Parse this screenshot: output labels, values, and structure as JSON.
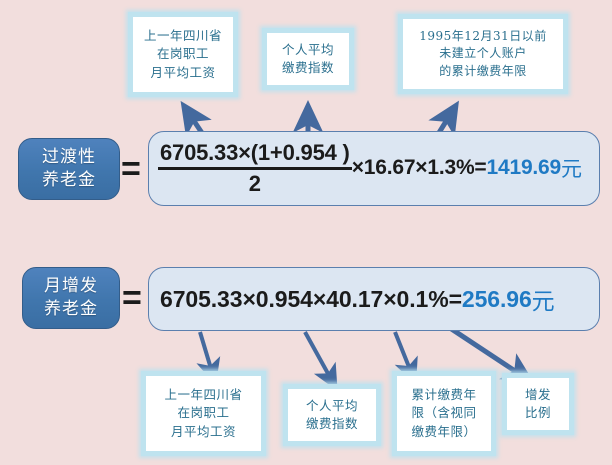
{
  "theme": {
    "background": "#f2dedd",
    "chip_blue": "#4076ad",
    "panel_fill": "#dce6f2",
    "panel_border": "#5b7fae",
    "callout_border": "#bfe3ef",
    "callout_text": "#2a6f8e",
    "arrow_color": "#44699e",
    "result_blue": "#1f7ac4"
  },
  "section_transitional": {
    "chip_label": "过渡性\n养老金",
    "equals": "=",
    "formula": {
      "numerator": "6705.33×(1+0.954 )",
      "denominator": "2",
      "tail": "×16.67×1.3%=",
      "result_value": "1419.69",
      "result_unit": "元",
      "full_text": "6705.33×(1+0.954 )/2×16.67×1.3%=1419.69元"
    },
    "callouts": [
      {
        "name": "callout-avg-wage",
        "text": "上一年四川省\n在岗职工\n月平均工资"
      },
      {
        "name": "callout-personal-index",
        "text": "个人平均\n缴费指数"
      },
      {
        "name": "callout-pre1995-years",
        "text": "1995年12月31日以前\n未建立个人账户\n的累计缴费年限"
      }
    ]
  },
  "section_monthly_increase": {
    "chip_label": "月增发\n养老金",
    "equals": "=",
    "formula": {
      "expression": "6705.33×0.954×40.17×0.1%=",
      "result_value": "256.96",
      "result_unit": "元",
      "full_text": "6705.33×0.954×40.17×0.1%=256.96元"
    },
    "callouts": [
      {
        "name": "callout-avg-wage-2",
        "text": "上一年四川省\n在岗职工\n月平均工资"
      },
      {
        "name": "callout-personal-index-2",
        "text": "个人平均\n缴费指数"
      },
      {
        "name": "callout-total-years",
        "text": "累计缴费年\n限（含视同\n缴费年限）"
      },
      {
        "name": "callout-increase-ratio",
        "text": "增发\n比例"
      }
    ]
  }
}
